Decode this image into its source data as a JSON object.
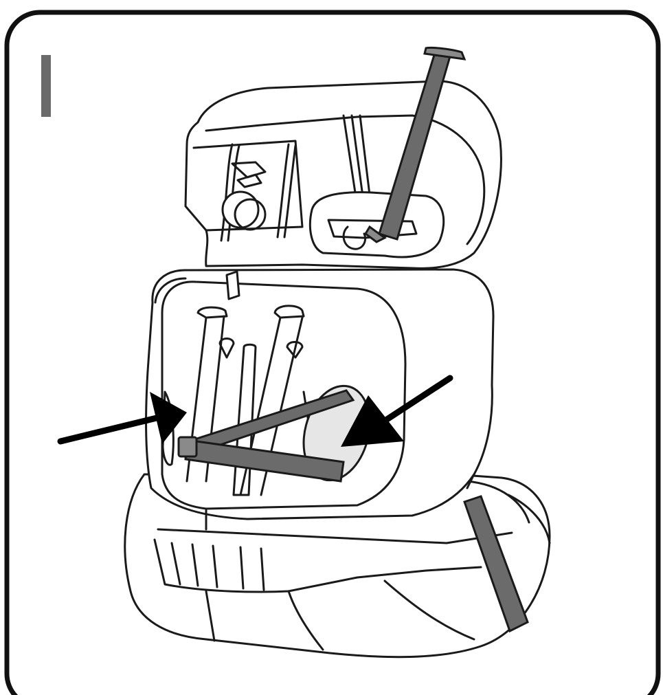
{
  "figure": {
    "step_marker": "I",
    "colors": {
      "background": "#ffffff",
      "frame": "#111111",
      "line": "#1a1a1a",
      "strap": "#6b6b6b",
      "strap_light": "#8a8a8a",
      "clip_highlight": "#e6e6e6",
      "arrow": "#000000"
    },
    "parts": [
      "headrest",
      "seat-back",
      "shoulder-belt-guide",
      "harness-straps",
      "chest-clip-bar",
      "seat-base",
      "side-strap"
    ],
    "arrows": [
      {
        "name": "left-arrow",
        "points_to": "chest-clip-bar"
      },
      {
        "name": "right-arrow",
        "points_to": "chest-clip-bar"
      }
    ]
  }
}
